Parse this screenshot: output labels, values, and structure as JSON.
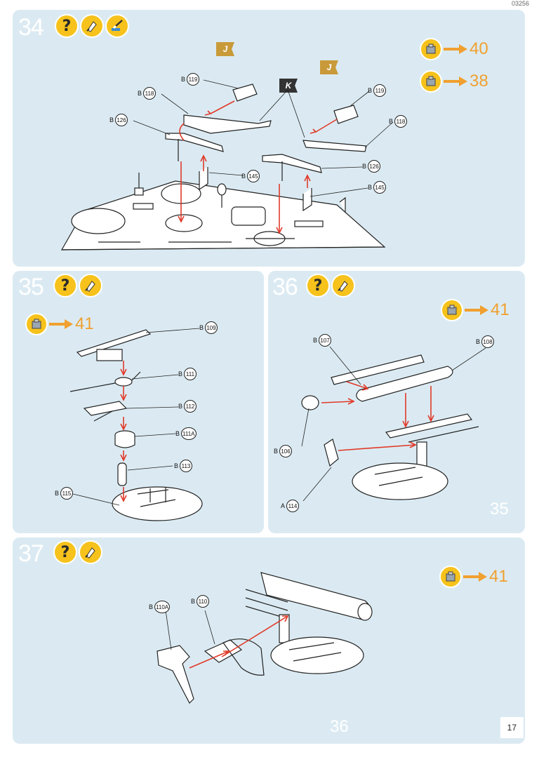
{
  "doc_code": "03256",
  "page_number": "17",
  "colors": {
    "panel": "#dbeaf2",
    "badge": "#f6c21b",
    "arrow": "#f0a030",
    "flag": "#c99a3a",
    "flag_dark": "#333333",
    "red_arrow": "#e03a2a"
  },
  "steps": [
    {
      "number": "34",
      "icons": [
        "question-icon",
        "glue-icon",
        "paint-brush-icon"
      ],
      "refs": [
        "40",
        "38"
      ],
      "flags": [
        "J",
        "K",
        "J"
      ],
      "labels": [
        "B",
        "119",
        "B",
        "118",
        "B",
        "126",
        "B",
        "145",
        "B",
        "119",
        "B",
        "118",
        "B",
        "126",
        "B",
        "145"
      ]
    },
    {
      "number": "35",
      "icons": [
        "question-icon",
        "glue-icon"
      ],
      "refs": [
        "41"
      ],
      "labels": [
        "B",
        "109",
        "B",
        "111",
        "B",
        "112",
        "B",
        "111A",
        "B",
        "113",
        "B",
        "115"
      ]
    },
    {
      "number": "36",
      "icons": [
        "question-icon",
        "glue-icon"
      ],
      "refs": [
        "41"
      ],
      "labels": [
        "B",
        "107",
        "B",
        "108",
        "B",
        "106",
        "A",
        "114"
      ],
      "ghost": "35"
    },
    {
      "number": "37",
      "icons": [
        "question-icon",
        "glue-icon"
      ],
      "refs": [
        "41"
      ],
      "labels": [
        "B",
        "110A",
        "B",
        "110"
      ],
      "ghost": "36"
    }
  ]
}
